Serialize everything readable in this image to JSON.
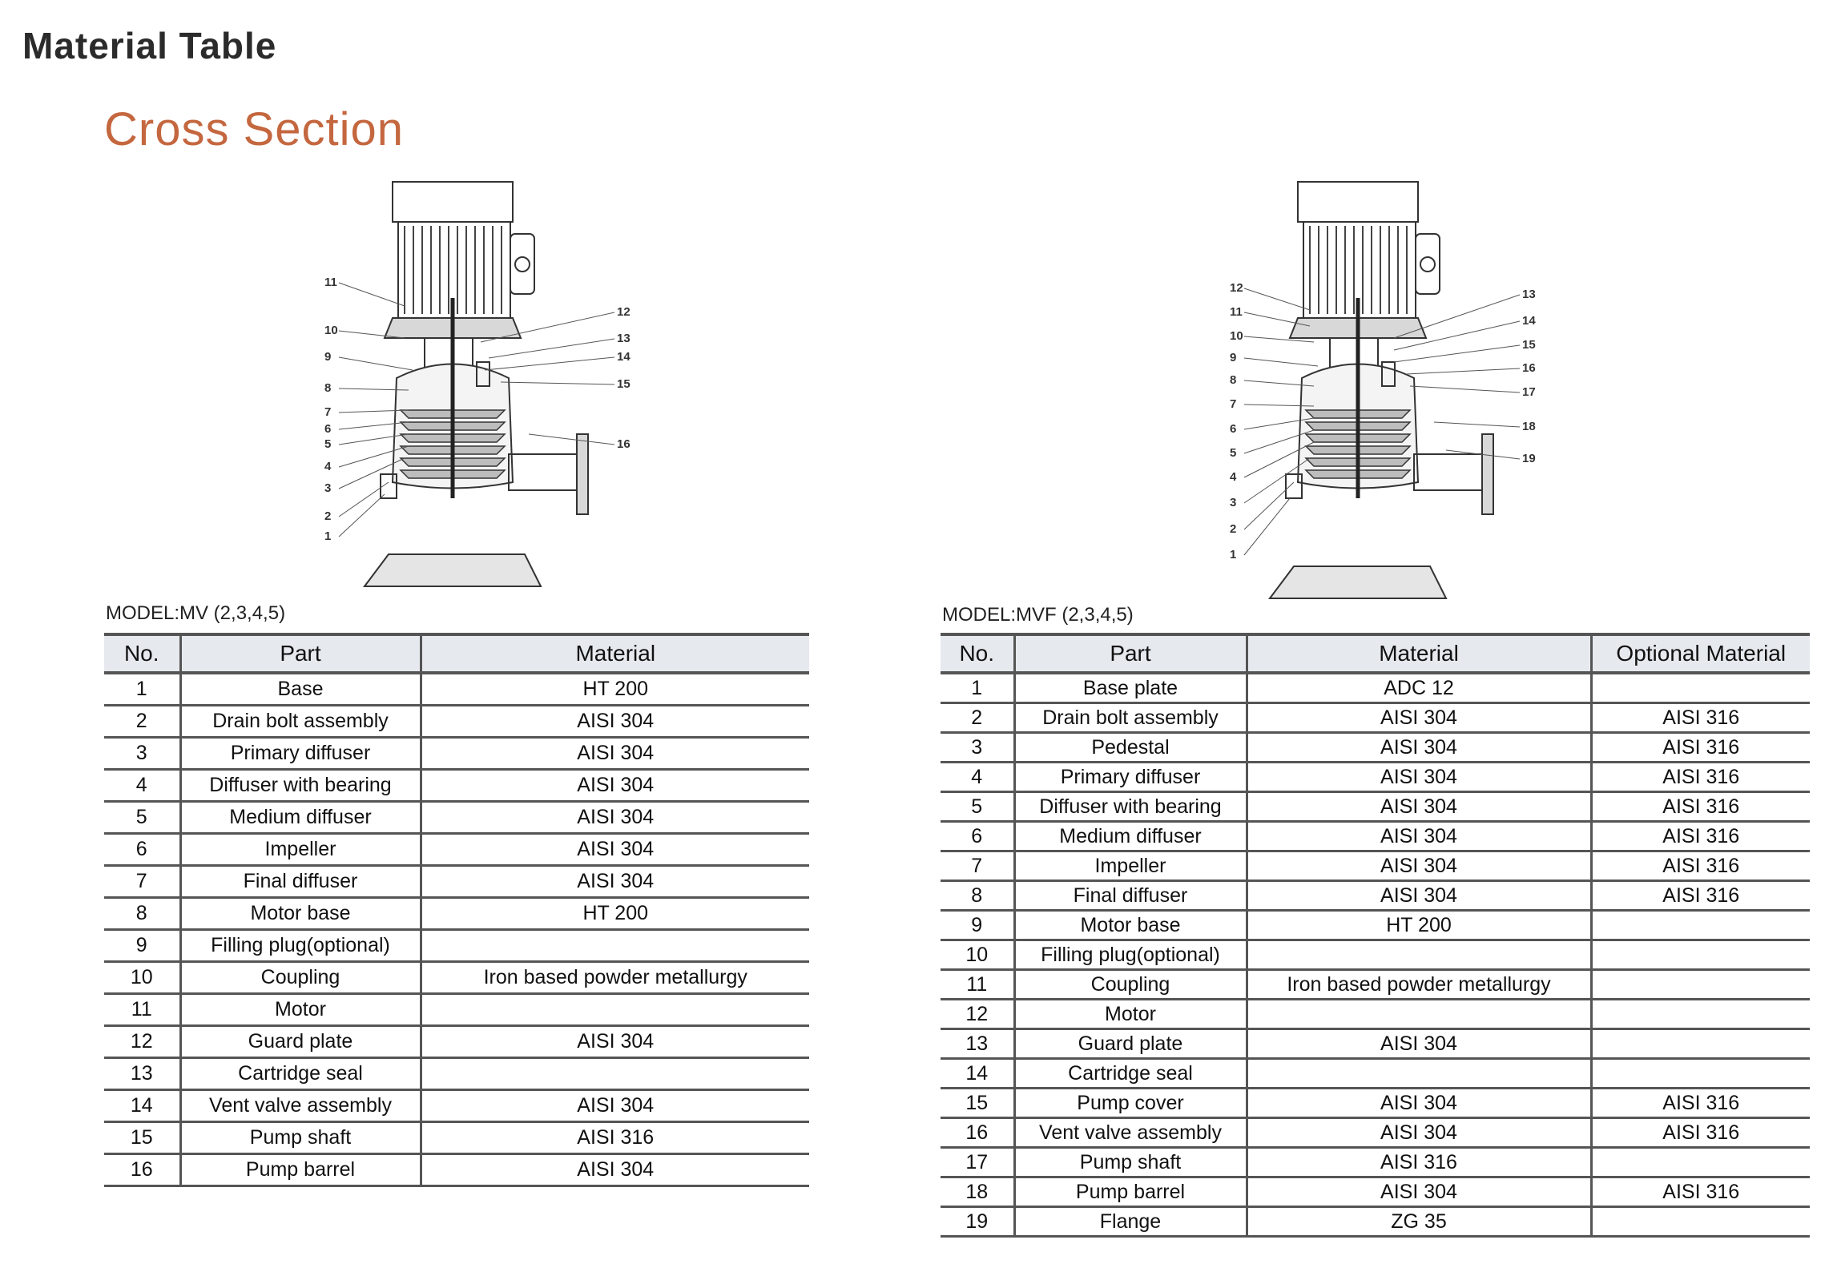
{
  "page_title": "Material Table",
  "section_title": "Cross Section",
  "left": {
    "model_label": "MODEL:MV (2,3,4,5)",
    "columns": [
      "No.",
      "Part",
      "Material"
    ],
    "rows": [
      [
        "1",
        "Base",
        "HT 200"
      ],
      [
        "2",
        "Drain bolt assembly",
        "AISI 304"
      ],
      [
        "3",
        "Primary diffuser",
        "AISI 304"
      ],
      [
        "4",
        "Diffuser with bearing",
        "AISI 304"
      ],
      [
        "5",
        "Medium diffuser",
        "AISI 304"
      ],
      [
        "6",
        "Impeller",
        "AISI 304"
      ],
      [
        "7",
        "Final diffuser",
        "AISI 304"
      ],
      [
        "8",
        "Motor base",
        "HT 200"
      ],
      [
        "9",
        "Filling plug(optional)",
        ""
      ],
      [
        "10",
        "Coupling",
        "Iron based powder metallurgy"
      ],
      [
        "11",
        "Motor",
        ""
      ],
      [
        "12",
        "Guard plate",
        "AISI 304"
      ],
      [
        "13",
        "Cartridge seal",
        ""
      ],
      [
        "14",
        "Vent valve assembly",
        "AISI 304"
      ],
      [
        "15",
        "Pump shaft",
        "AISI 316"
      ],
      [
        "16",
        "Pump barrel",
        "AISI 304"
      ]
    ],
    "callouts": [
      "11",
      "10",
      "9",
      "8",
      "7",
      "6",
      "5",
      "4",
      "3",
      "2",
      "1",
      "12",
      "13",
      "14",
      "15",
      "16"
    ]
  },
  "right": {
    "model_label": "MODEL:MVF (2,3,4,5)",
    "columns": [
      "No.",
      "Part",
      "Material",
      "Optional Material"
    ],
    "rows": [
      [
        "1",
        "Base plate",
        "ADC 12",
        ""
      ],
      [
        "2",
        "Drain bolt assembly",
        "AISI 304",
        "AISI 316"
      ],
      [
        "3",
        "Pedestal",
        "AISI 304",
        "AISI 316"
      ],
      [
        "4",
        "Primary diffuser",
        "AISI 304",
        "AISI 316"
      ],
      [
        "5",
        "Diffuser with bearing",
        "AISI 304",
        "AISI 316"
      ],
      [
        "6",
        "Medium diffuser",
        "AISI 304",
        "AISI 316"
      ],
      [
        "7",
        "Impeller",
        "AISI 304",
        "AISI 316"
      ],
      [
        "8",
        "Final diffuser",
        "AISI 304",
        "AISI 316"
      ],
      [
        "9",
        "Motor base",
        "HT 200",
        ""
      ],
      [
        "10",
        "Filling plug(optional)",
        "",
        ""
      ],
      [
        "11",
        "Coupling",
        "Iron based powder metallurgy",
        ""
      ],
      [
        "12",
        "Motor",
        "",
        ""
      ],
      [
        "13",
        "Guard plate",
        "AISI 304",
        ""
      ],
      [
        "14",
        "Cartridge seal",
        "",
        ""
      ],
      [
        "15",
        "Pump cover",
        "AISI 304",
        "AISI 316"
      ],
      [
        "16",
        "Vent valve assembly",
        "AISI 304",
        "AISI 316"
      ],
      [
        "17",
        "Pump shaft",
        "AISI 316",
        ""
      ],
      [
        "18",
        "Pump barrel",
        "AISI 304",
        "AISI 316"
      ],
      [
        "19",
        "Flange",
        "ZG 35",
        ""
      ]
    ],
    "callouts": [
      "12",
      "11",
      "10",
      "9",
      "8",
      "7",
      "6",
      "5",
      "4",
      "3",
      "2",
      "1",
      "13",
      "14",
      "15",
      "16",
      "17",
      "18",
      "19"
    ]
  },
  "colors": {
    "accent": "#c4673f",
    "header_bg": "#e6e9ee",
    "rule": "#555555"
  }
}
